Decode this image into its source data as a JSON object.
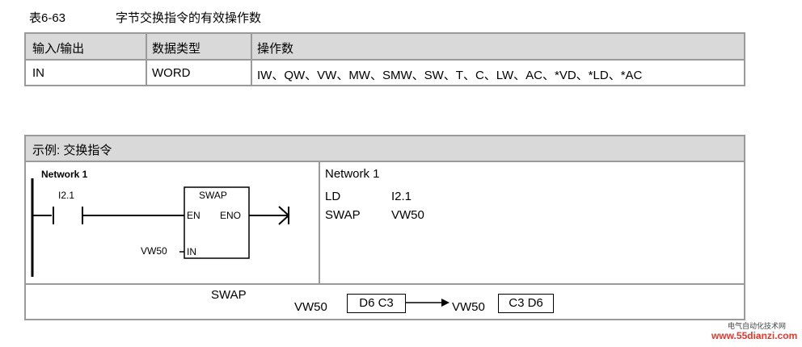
{
  "caption": {
    "number": "表6-63",
    "title": "字节交换指令的有效操作数"
  },
  "operand_table": {
    "headers": [
      "输入/输出",
      "数据类型",
      "操作数"
    ],
    "row": [
      "IN",
      "WORD",
      "IW、QW、VW、MW、SMW、SW、T、C、LW、AC、*VD、*LD、*AC"
    ]
  },
  "example": {
    "header": "示例:  交换指令",
    "ladder": {
      "network": "Network 1",
      "contact": "I2.1",
      "box_title": "SWAP",
      "en": "EN",
      "eno": "ENO",
      "in_pin": "IN",
      "in_operand": "VW50"
    },
    "stl": {
      "network": "Network 1",
      "lines": [
        {
          "op": "LD",
          "arg": "I2.1"
        },
        {
          "op": "SWAP",
          "arg": "VW50"
        }
      ]
    },
    "result": {
      "instr": "SWAP",
      "before_label": "VW50",
      "before_value": "D6 C3",
      "after_label": "VW50",
      "after_value": "C3 D6"
    }
  },
  "watermark": {
    "line1": "电气自动化技术网",
    "line2": "www.55dianzi.com"
  }
}
